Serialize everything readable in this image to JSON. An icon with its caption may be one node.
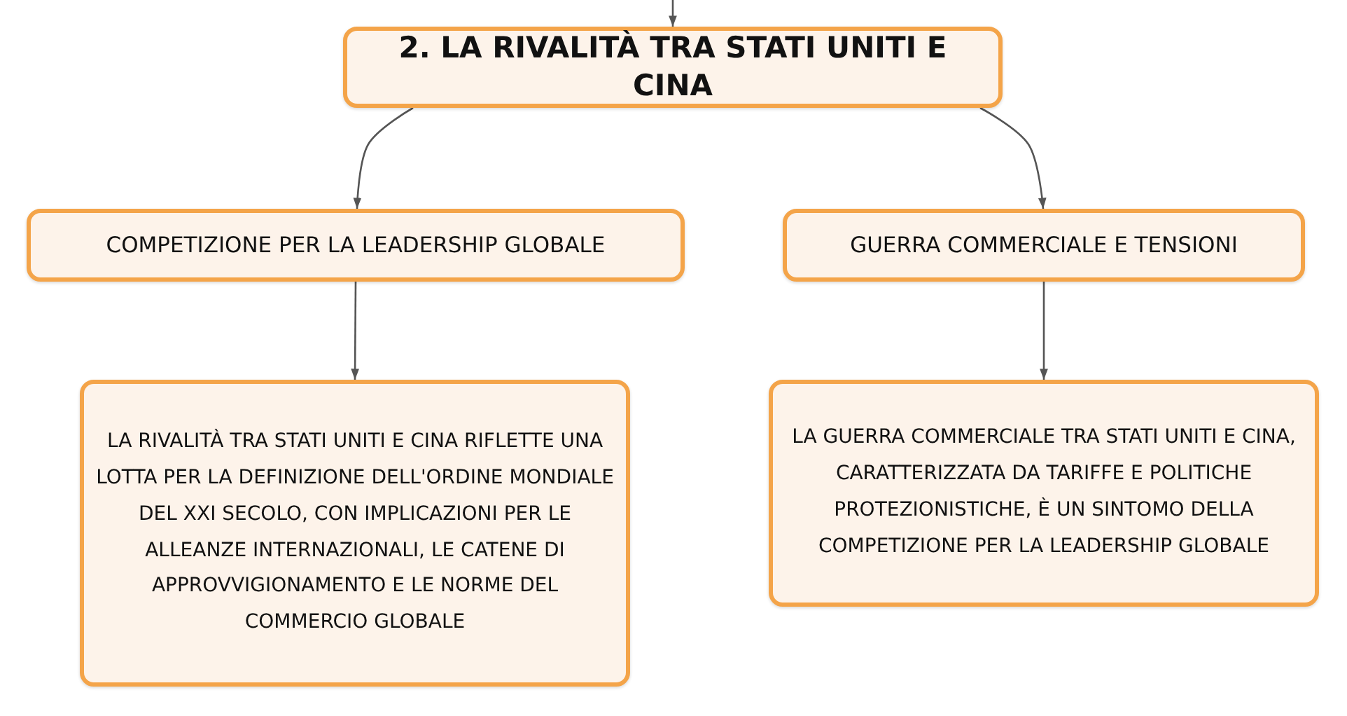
{
  "diagram": {
    "nodes": [
      {
        "text": [
          "2. LA RIVALITÀ TRA STATI UNITI E CINA"
        ]
      },
      {
        "text": [
          "COMPETIZIONE PER LA LEADERSHIP GLOBALE"
        ]
      },
      {
        "text": [
          "GUERRA COMMERCIALE E TENSIONI"
        ]
      },
      {
        "text": [
          "LA RIVALITÀ TRA STATI UNITI E CINA RIFLETTE UNA LOTTA PER LA DEFINIZIONE DELL'ORDINE MONDIALE DEL XXI SECOLO, CON IMPLICAZIONI PER LE ALLEANZE INTERNAZIONALI, LE CATENE DI APPROVVIGIONAMENTO E LE NORME DEL COMMERCIO GLOBALE"
        ]
      },
      {
        "text": [
          "LA GUERRA COMMERCIALE TRA STATI UNITI E CINA, CARATTERIZZATA DA TARIFFE E POLITICHE PROTEZIONISTICHE, È UN SINTOMO DELLA COMPETIZIONE PER LA LEADERSHIP GLOBALE"
        ]
      }
    ],
    "edges": [
      {
        "from": null,
        "to": 0,
        "arrow": "to"
      },
      {
        "from": 0,
        "to": 1,
        "arrow": "to"
      },
      {
        "from": 0,
        "to": 2,
        "arrow": "to"
      },
      {
        "from": 1,
        "to": 3,
        "arrow": "to"
      },
      {
        "from": 2,
        "to": 4,
        "arrow": "to"
      }
    ]
  }
}
